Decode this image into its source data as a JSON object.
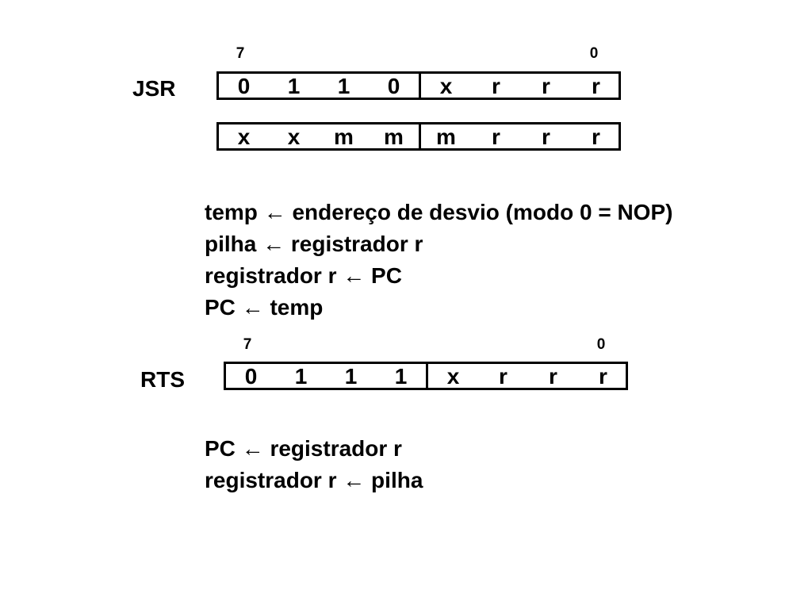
{
  "jsr": {
    "name": "JSR",
    "bit_high": "7",
    "bit_low": "0",
    "word1": [
      "0",
      "1",
      "1",
      "0",
      "x",
      "r",
      "r",
      "r"
    ],
    "word2": [
      "x",
      "x",
      "m",
      "m",
      "m",
      "r",
      "r",
      "r"
    ],
    "description": [
      "temp ← endereço de desvio (modo 0 = NOP)",
      "pilha ← registrador r",
      "registrador r ← PC",
      "PC ← temp"
    ]
  },
  "rts": {
    "name": "RTS",
    "bit_high": "7",
    "bit_low": "0",
    "word1": [
      "0",
      "1",
      "1",
      "1",
      "x",
      "r",
      "r",
      "r"
    ],
    "description": [
      "PC ← registrador r",
      "registrador r ← pilha"
    ]
  }
}
